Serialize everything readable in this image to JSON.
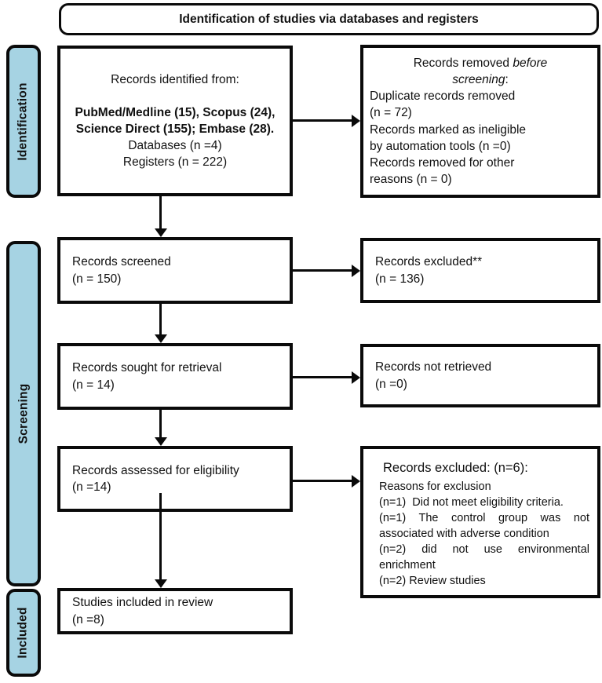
{
  "header": {
    "title": "Identification of studies via databases and registers"
  },
  "sidebar": {
    "identification": {
      "label": "Identification"
    },
    "screening": {
      "label": "Screening"
    },
    "included": {
      "label": "Included"
    }
  },
  "boxes": {
    "records_identified": {
      "intro": "Records identified from:",
      "sources_bold": "PubMed/Medline (15), Scopus (24), Science Direct (155); Embase (28).",
      "databases": "Databases (n =4)",
      "registers": "Registers (n = 222)"
    },
    "records_removed": {
      "heading_pre": "Records removed ",
      "heading_italic_line1": "before",
      "heading_italic_line2": "screening",
      "heading_post": ":",
      "items": [
        "Duplicate records removed\n(n = 72)",
        "Records marked as ineligible\nby automation tools (n =0)",
        "Records removed for other\nreasons (n = 0)"
      ]
    },
    "records_screened": {
      "text": "Records screened\n(n = 150)"
    },
    "records_excluded": {
      "text": "Records excluded**\n(n = 136)"
    },
    "records_sought": {
      "text": "Records sought for retrieval\n(n = 14)"
    },
    "records_not_retrieved": {
      "text": "Records not retrieved\n(n =0)"
    },
    "records_assessed": {
      "text": "Records assessed for eligibility\n(n =14)"
    },
    "records_excluded_reasons": {
      "heading": "Records excluded: (n=6):",
      "items": [
        "Reasons for exclusion",
        "(n=1)  Did not meet eligibility criteria.",
        "(n=1) The control group was not associated with adverse condition",
        "(n=2) did not use environmental enrichment",
        "(n=2) Review studies"
      ]
    },
    "studies_included": {
      "text": "Studies included in review\n(n =8)"
    }
  },
  "colors": {
    "sidebar_fill": "#a6d3e3",
    "border": "#0a0a0a",
    "background": "#ffffff"
  }
}
